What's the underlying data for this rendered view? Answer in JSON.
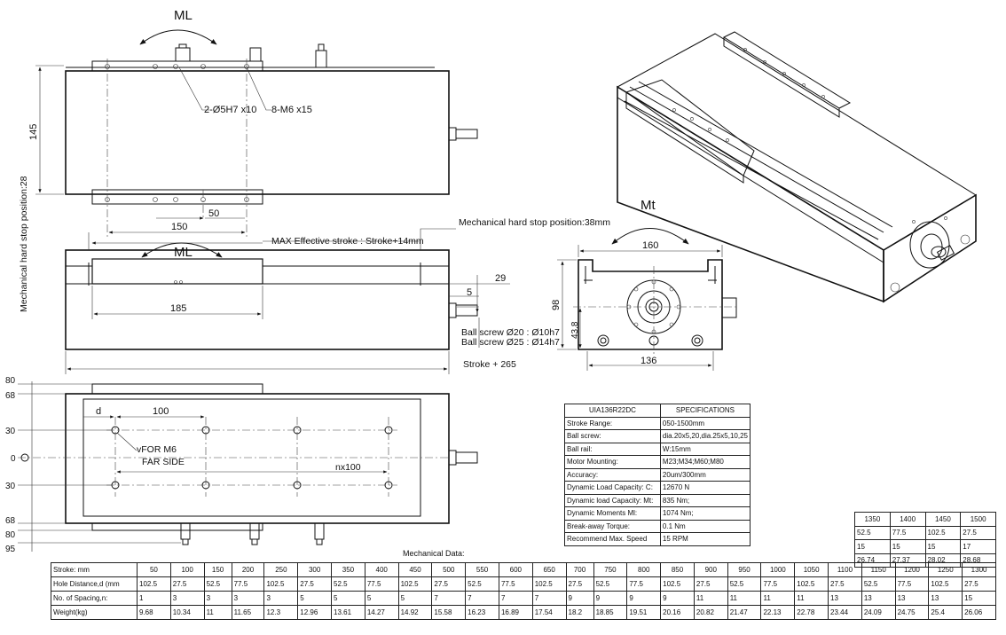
{
  "top_view": {
    "moment_label": "ML",
    "height_dim": "145",
    "pin_callout": "2-Ø5H7 x10",
    "thread_callout": "8-M6 x15",
    "hole_pitch": "150",
    "hole_step": "50"
  },
  "side_view": {
    "left_stop_label": "Mechanical hard stop position:28",
    "right_stop_label": "Mechanical hard stop position:38mm",
    "moment_label": "ML",
    "stroke_label": "MAX Effective stroke : Stroke+14mm",
    "carriage_length": "185",
    "dim_29": "29",
    "dim_5": "5",
    "ball_screw_20": "Ball screw Ø20 : Ø10h7",
    "ball_screw_25": "Ball screw Ø25 : Ø14h7",
    "overall_length": "Stroke + 265"
  },
  "end_view": {
    "moment_label": "Mt",
    "width_top": "160",
    "height": "98",
    "center_height": "43.8",
    "width_bottom": "136"
  },
  "bottom_view": {
    "dims_left": [
      "80",
      "68",
      "30",
      "0",
      "30",
      "68",
      "80",
      "95"
    ],
    "d_label": "d",
    "pitch_100": "100",
    "far_side_1": "vFOR M6",
    "far_side_2": "FAR SIDE",
    "n_pitch": "nx100"
  },
  "spec_table": {
    "header_model": "UIA136R22DC",
    "header_spec": "SPECIFICATIONS",
    "rows": [
      [
        "Stroke Range:",
        "050-1500mm"
      ],
      [
        "Ball screw:",
        "dia.20x5,20,dia.25x5,10,25"
      ],
      [
        "Ball rail:",
        "W:15mm"
      ],
      [
        "Motor Mounting:",
        "M23;M34;M60;M80"
      ],
      [
        "Accuracy:",
        "20um/300mm"
      ],
      [
        "Dynamic Load Capacity: C:",
        "12670 N"
      ],
      [
        "Dynamic load Capacity: Mt:",
        "835 Nm;"
      ],
      [
        "Dynamic Moments Ml:",
        "1074 Nm;"
      ],
      [
        "Break-away Torque:",
        "0.1 Nm"
      ],
      [
        "Recommend Max. Speed",
        "15 RPM"
      ]
    ]
  },
  "long_stroke_table": {
    "strokes": [
      "1350",
      "1400",
      "1450",
      "1500"
    ],
    "hole_distance": [
      "52.5",
      "77.5",
      "102.5",
      "27.5"
    ],
    "spacing": [
      "15",
      "15",
      "15",
      "17"
    ],
    "weight": [
      "26.74",
      "27.37",
      "28.02",
      "28.68"
    ]
  },
  "mechanical_data": {
    "title": "Mechanical Data:",
    "row_labels": [
      "Stroke: mm",
      "Hole Distance,d (mm",
      "No. of Spacing,n:",
      "Weight(kg)"
    ],
    "strokes": [
      "50",
      "100",
      "150",
      "200",
      "250",
      "300",
      "350",
      "400",
      "450",
      "500",
      "550",
      "600",
      "650",
      "700",
      "750",
      "800",
      "850",
      "900",
      "950",
      "1000",
      "1050",
      "1100",
      "1150",
      "1200",
      "1250",
      "1300"
    ],
    "hole_distance": [
      "102.5",
      "27.5",
      "52.5",
      "77.5",
      "102.5",
      "27.5",
      "52.5",
      "77.5",
      "102.5",
      "27.5",
      "52.5",
      "77.5",
      "102.5",
      "27.5",
      "52.5",
      "77.5",
      "102.5",
      "27.5",
      "52.5",
      "77.5",
      "102.5",
      "27.5",
      "52.5",
      "77.5",
      "102.5",
      "27.5"
    ],
    "spacing": [
      "1",
      "3",
      "3",
      "3",
      "3",
      "5",
      "5",
      "5",
      "5",
      "7",
      "7",
      "7",
      "7",
      "9",
      "9",
      "9",
      "9",
      "11",
      "11",
      "11",
      "11",
      "13",
      "13",
      "13",
      "13",
      "15"
    ],
    "weight": [
      "9.68",
      "10.34",
      "11",
      "11.65",
      "12.3",
      "12.96",
      "13.61",
      "14.27",
      "14.92",
      "15.58",
      "16.23",
      "16.89",
      "17.54",
      "18.2",
      "18.85",
      "19.51",
      "20.16",
      "20.82",
      "21.47",
      "22.13",
      "22.78",
      "23.44",
      "24.09",
      "24.75",
      "25.4",
      "26.06"
    ]
  }
}
